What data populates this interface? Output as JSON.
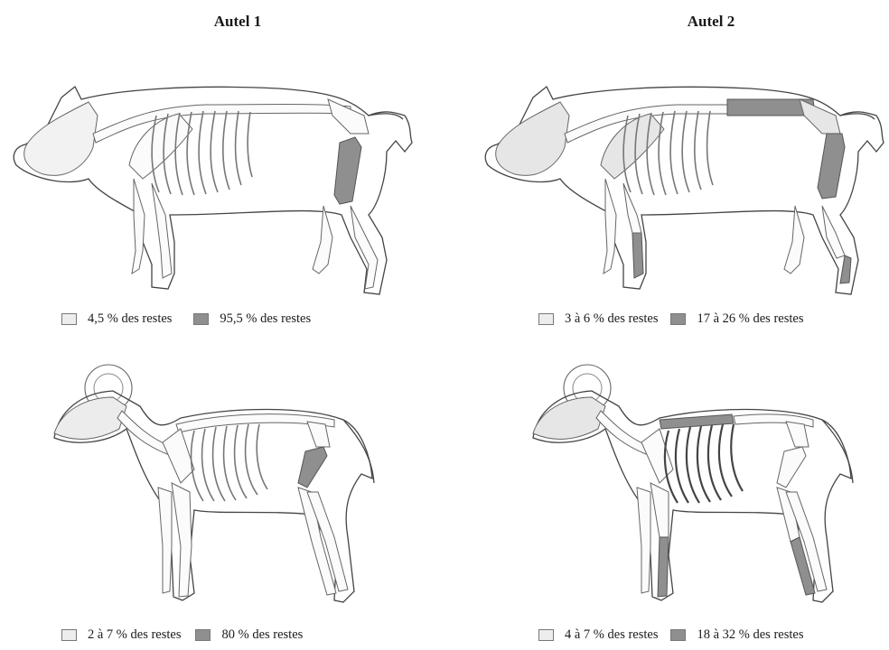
{
  "columns": [
    {
      "title": "Autel 1"
    },
    {
      "title": "Autel 2"
    }
  ],
  "panels": {
    "pig_autel1": {
      "light_legend": "4,5 % des restes",
      "dark_legend": "95,5 % des restes"
    },
    "pig_autel2": {
      "light_legend": "3 à 6 % des restes",
      "dark_legend": "17 à 26 % des restes"
    },
    "sheep_autel1": {
      "light_legend": "2 à 7 % des restes",
      "dark_legend": "80 % des restes"
    },
    "sheep_autel2": {
      "light_legend": "4 à 7 % des restes",
      "dark_legend": "18 à 32 % des restes"
    }
  },
  "colors": {
    "light_shade": "#ededed",
    "dark_shade": "#8f8f8f",
    "outline": "#444444"
  },
  "icons": {
    "pig": "pig-skeleton-diagram",
    "sheep": "sheep-skeleton-diagram"
  }
}
